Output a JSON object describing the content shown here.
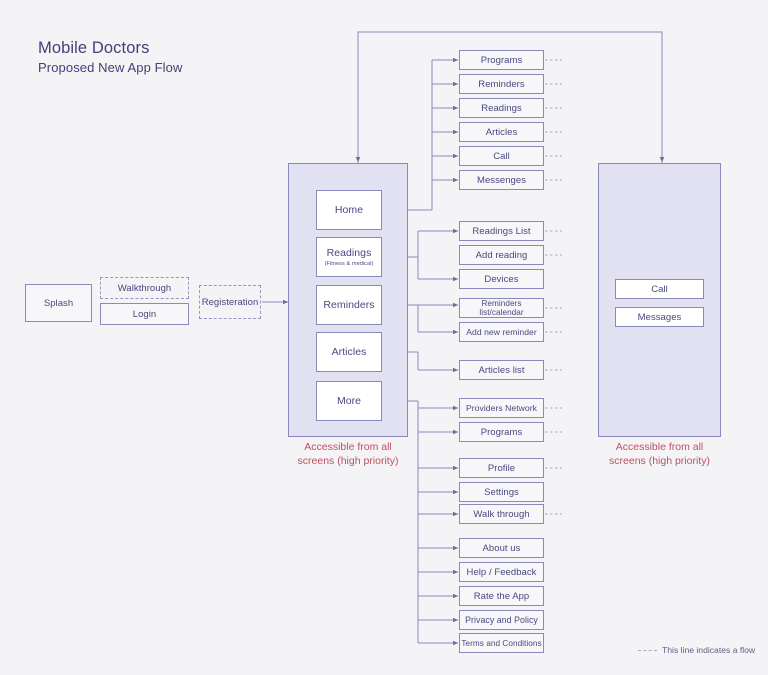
{
  "diagram": {
    "title": "Mobile Doctors",
    "subtitle": "Proposed New App Flow",
    "background_color": "#f4f4f6",
    "accent_color": "#4a4880",
    "panel_fill": "#e2e1f1",
    "panel_border": "#8b89bd",
    "caption_color": "#c0505f"
  },
  "entry_flow": {
    "splash": "Splash",
    "walkthrough": "Walkthrough",
    "login": "Login",
    "registration": "Registeration"
  },
  "main_panel": {
    "caption_line1": "Accessible from all",
    "caption_line2": "screens (high priority)",
    "items": [
      {
        "label": "Home",
        "sub": ""
      },
      {
        "label": "Readings",
        "sub": "(Fitness & medical)"
      },
      {
        "label": "Reminders",
        "sub": ""
      },
      {
        "label": "Articles",
        "sub": ""
      },
      {
        "label": "More",
        "sub": ""
      }
    ]
  },
  "right_panel": {
    "caption_line1": "Accessible from all",
    "caption_line2": "screens (high priority)",
    "items": [
      {
        "label": "Call"
      },
      {
        "label": "Messages"
      }
    ]
  },
  "groups": {
    "home": [
      {
        "label": "Programs"
      },
      {
        "label": "Reminders"
      },
      {
        "label": "Readings"
      },
      {
        "label": "Articles"
      },
      {
        "label": "Call"
      },
      {
        "label": "Messenges"
      }
    ],
    "readings": [
      {
        "label": "Readings List"
      },
      {
        "label": "Add reading"
      },
      {
        "label": "Devices"
      }
    ],
    "reminders": [
      {
        "label": "Reminders list/calendar"
      },
      {
        "label": "Add new reminder"
      }
    ],
    "articles": [
      {
        "label": "Articles list"
      }
    ],
    "more_primary": [
      {
        "label": "Providers Network"
      },
      {
        "label": "Programs"
      }
    ],
    "more_account": [
      {
        "label": "Profile"
      },
      {
        "label": "Settings"
      },
      {
        "label": "Walk through"
      }
    ],
    "more_info": [
      {
        "label": "About us"
      },
      {
        "label": "Help / Feedback"
      },
      {
        "label": "Rate the App"
      },
      {
        "label": "Privacy and Policy"
      },
      {
        "label": "Terms and Conditions"
      }
    ]
  },
  "legend": {
    "text": "This line indicates a flow"
  }
}
